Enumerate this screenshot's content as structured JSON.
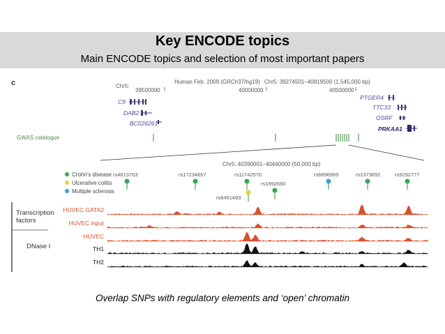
{
  "slide": {
    "title": "Key ENCODE topics",
    "subtitle": "Main ENCODE topics and selection of most important papers",
    "caption": "Overlap SNPs with regulatory elements and ‘open’ chromatin"
  },
  "figure": {
    "panel_letter": "c",
    "browser": {
      "chr_label": "Chr5:",
      "assembly": "Human Feb. 2009 (GRCh37/hg19)",
      "region": "Chr5: 39274501–40819500 (1,545,000 bp)",
      "coords": [
        "39500000",
        "40000000",
        "40500000"
      ]
    },
    "genes_left": [
      "C9",
      "DAB2",
      "BC026261"
    ],
    "genes_right": [
      "PTGER4",
      "TTC33",
      "OSRF",
      "PRKAA1"
    ],
    "gwas_label": "GWAS catalogue",
    "zoom_region": "Chr5: 40390001–40440000 (50,000 bp)",
    "legend": [
      {
        "label": "Crohn's disease",
        "color": "#3aa655"
      },
      {
        "label": "Ulcerative colitis",
        "color": "#d8d83a"
      },
      {
        "label": "Multiple sclerosis",
        "color": "#3a9fd6"
      }
    ],
    "snps": [
      {
        "id": "rs4613763",
        "color": "#3aa655"
      },
      {
        "id": "rs17234657",
        "color": "#3aa655"
      },
      {
        "id": "rs11742570",
        "color": "#3aa655"
      },
      {
        "id": "rs1992660",
        "color": "#3aa655"
      },
      {
        "id": "rs6451493",
        "color": "#d8d83a"
      },
      {
        "id": "rs6896969",
        "color": "#3a9fd6"
      },
      {
        "id": "rs1373692",
        "color": "#3aa655"
      },
      {
        "id": "rs9292777",
        "color": "#3aa655"
      }
    ],
    "side_labels": [
      "Transcription",
      "factors",
      "DNase I"
    ],
    "tracks": [
      {
        "label": "HUVEC GATA2",
        "color": "#d9502a"
      },
      {
        "label": "HUVEC input",
        "color": "#d9502a"
      },
      {
        "label": "HUVEC",
        "color": "#d9502a"
      },
      {
        "label": "TH1",
        "color": "#111111"
      },
      {
        "label": "TH2",
        "color": "#111111"
      }
    ]
  }
}
